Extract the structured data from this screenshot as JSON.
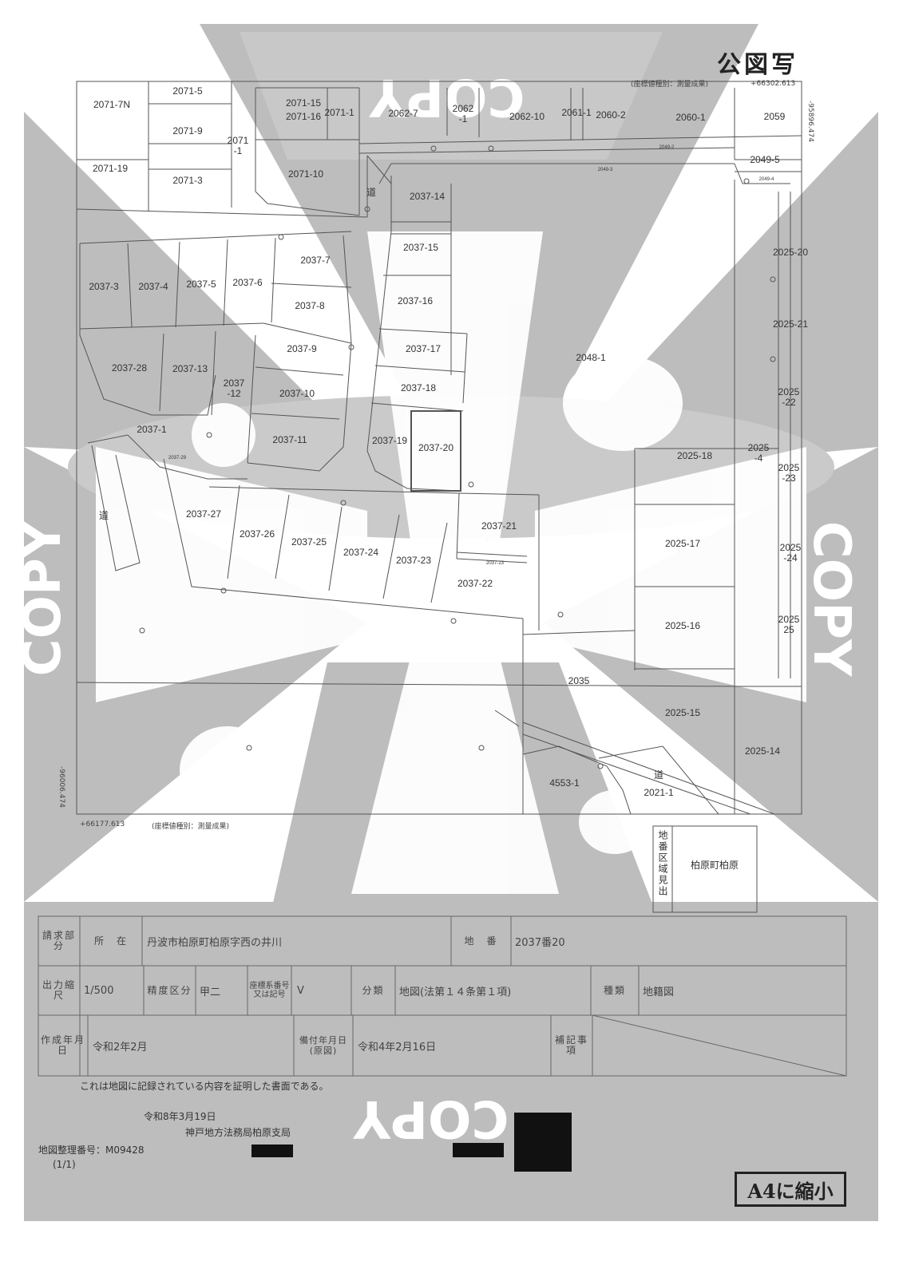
{
  "header": {
    "title": "公図写",
    "coord_system_top": "(座標値種別：測量成果)",
    "coord_top_right": "+66302.613",
    "coord_right_vertical": "-95896.474",
    "coord_bottom_left": "+66177.613",
    "coord_system_bottom": "(座標値種別：測量成果)",
    "coord_left_vertical": "-96006.474"
  },
  "map": {
    "lots": [
      "2071-7N",
      "2071-5",
      "2071-15",
      "2071-16",
      "2071-1",
      "2062-7",
      "2062\n-1",
      "2062-10",
      "2061-1",
      "2060-2",
      "2060-1",
      "2059",
      "2071-9",
      "2071\n-1",
      "2071-19",
      "2071-3",
      "2071-10",
      "2049-5",
      "道",
      "2037-14",
      "2037-15",
      "2037-7",
      "2037-3",
      "2037-4",
      "2037-5",
      "2037-6",
      "2037-8",
      "2037-16",
      "2025-20",
      "2025-21",
      "2037-9",
      "2037-17",
      "2037-28",
      "2037-13",
      "2037\n-12",
      "2037-10",
      "2037-18",
      "2048-1",
      "2025\n-22",
      "2037-1",
      "2037-11",
      "2037-19",
      "2037-20",
      "2025-18",
      "2025\n-4",
      "2025\n-23",
      "2037-21",
      "2037-27",
      "2037-26",
      "2037-25",
      "2037-24",
      "2037-23",
      "2025-17",
      "2025\n-24",
      "道",
      "2037-22",
      "2025-16",
      "2025\n25",
      "2035",
      "2025-15",
      "2025-14",
      "4553-1",
      "2021-1",
      "道"
    ],
    "lot_small": [
      "2037-29",
      "2037-23"
    ],
    "road_labels": [
      "2049-2",
      "2049-3",
      "2049-4"
    ],
    "watermark_text": "COPY",
    "region_box": {
      "label": "地番区域見出",
      "value": "柏原町柏原"
    }
  },
  "info_table": {
    "row1": {
      "requester_label": "請求部分",
      "location_label": "所　在",
      "location_value": "丹波市柏原町柏原字西の井川",
      "lot_label": "地　番",
      "lot_value": "2037番20"
    },
    "row2": {
      "scale_label": "出力縮尺",
      "scale_value": "1/500",
      "precision_label": "精度区分",
      "precision_value": "甲二",
      "coord_label": "座標系番号又は記号",
      "coord_value": "V",
      "class_label": "分類",
      "class_value": "地図(法第１４条第１項)",
      "type_label": "種類",
      "type_value": "地籍図"
    },
    "row3": {
      "created_label": "作成年月日",
      "created_value": "令和2年2月",
      "filed_label": "備付年月日(原図)",
      "filed_value": "令和4年2月16日",
      "note_label": "補記事項",
      "note_value": ""
    }
  },
  "footer": {
    "certification": "これは地図に記録されている内容を証明した書面である。",
    "date": "令和8年3月19日",
    "office": "神戸地方法務局柏原支局",
    "map_number": "地図整理番号：M09428",
    "page": "(1/1)",
    "stamp": "A4に縮小"
  },
  "colors": {
    "background_pattern": "#b8b8b8",
    "line": "#555555",
    "text": "#333333"
  }
}
